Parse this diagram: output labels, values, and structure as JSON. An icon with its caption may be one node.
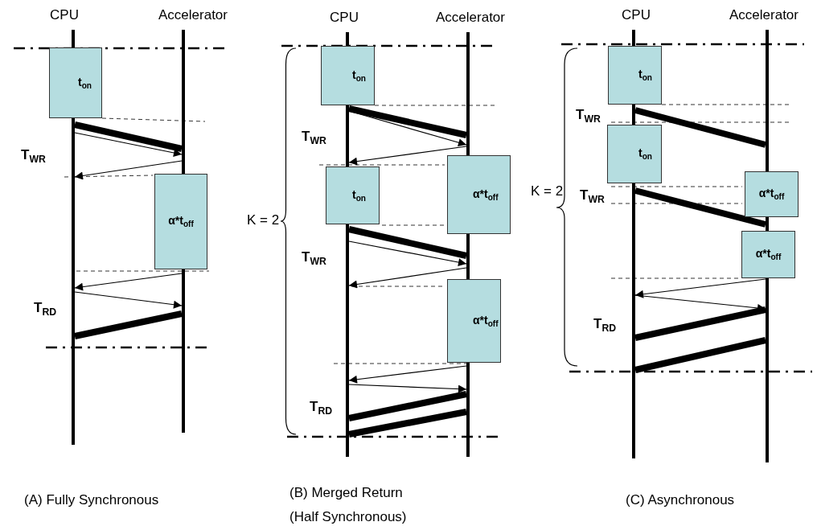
{
  "diagram": {
    "nodes": [
      {
        "text": [
          "CPU"
        ]
      },
      {
        "text": [
          "Accelerator"
        ]
      },
      {
        "text": [
          "t$_{on}$"
        ]
      },
      {
        "text": [
          "α*t$_{off}$"
        ]
      },
      {
        "text": [
          "CPU"
        ]
      },
      {
        "text": [
          "Accelerator"
        ]
      },
      {
        "text": [
          "t$_{on}$"
        ]
      },
      {
        "text": [
          "α*t$_{off}$"
        ]
      },
      {
        "text": [
          "t$_{on}$"
        ]
      },
      {
        "text": [
          "α*t$_{off}$"
        ]
      },
      {
        "text": [
          "CPU"
        ]
      },
      {
        "text": [
          "Accelerator"
        ]
      },
      {
        "text": [
          "t$_{on}$"
        ]
      },
      {
        "text": [
          "t$_{on}$"
        ]
      },
      {
        "text": [
          "α*t$_{off}$"
        ]
      },
      {
        "text": [
          "α*t$_{off}$"
        ]
      }
    ],
    "edges": [
      {
        "from": 0,
        "to": 1,
        "arrow": "none",
        "style": "thick"
      },
      {
        "from": 0,
        "to": 1,
        "arrow": "to"
      },
      {
        "from": 1,
        "to": 0,
        "arrow": "to"
      },
      {
        "from": 1,
        "to": 0,
        "arrow": "to"
      },
      {
        "from": 0,
        "to": 1,
        "arrow": "to"
      },
      {
        "from": 0,
        "to": 1,
        "arrow": "none",
        "style": "thick"
      },
      {
        "from": 4,
        "to": 5,
        "arrow": "none",
        "style": "thick"
      },
      {
        "from": 4,
        "to": 5,
        "arrow": "to"
      },
      {
        "from": 5,
        "to": 4,
        "arrow": "to"
      },
      {
        "from": 4,
        "to": 5,
        "arrow": "none",
        "style": "thick"
      },
      {
        "from": 4,
        "to": 5,
        "arrow": "to"
      },
      {
        "from": 5,
        "to": 4,
        "arrow": "to"
      },
      {
        "from": 5,
        "to": 4,
        "arrow": "to"
      },
      {
        "from": 4,
        "to": 5,
        "arrow": "to"
      },
      {
        "from": 4,
        "to": 5,
        "arrow": "none",
        "style": "thick"
      },
      {
        "from": 4,
        "to": 5,
        "arrow": "none",
        "style": "thick"
      },
      {
        "from": 10,
        "to": 11,
        "arrow": "none",
        "style": "thick"
      },
      {
        "from": 10,
        "to": 11,
        "arrow": "none",
        "style": "thick"
      },
      {
        "from": 11,
        "to": 10,
        "arrow": "to"
      },
      {
        "from": 10,
        "to": 11,
        "arrow": "to"
      },
      {
        "from": 10,
        "to": 11,
        "arrow": "none",
        "style": "thick"
      },
      {
        "from": 10,
        "to": 11,
        "arrow": "none",
        "style": "thick"
      }
    ],
    "labels": [
      "T$_{WR}$",
      "T$_{RD}$",
      "(A) Fully Synchronous",
      "K = 2",
      "T$_{WR}$",
      "T$_{WR}$",
      "T$_{RD}$",
      "(B) Merged Return (Half Synchronous)",
      "K = 2",
      "T$_{WR}$",
      "T$_{WR}$",
      "T$_{RD}$",
      "(C) Asynchronous"
    ]
  }
}
